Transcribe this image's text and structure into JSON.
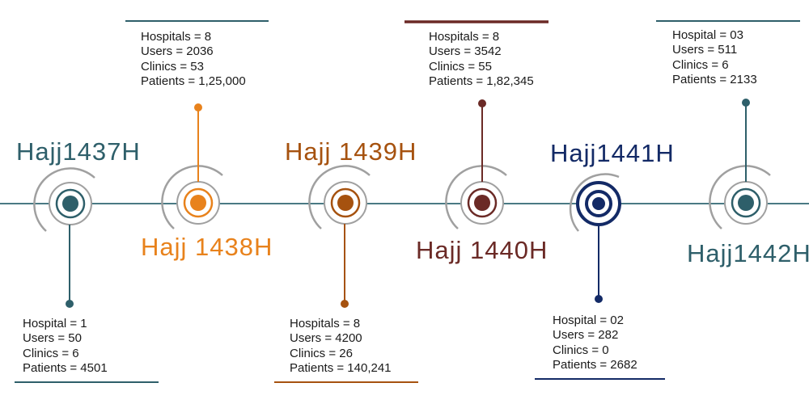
{
  "milestones": [
    {
      "year": "Hajj1437H",
      "color": "#2e5f6a",
      "stats": [
        "Hospital = 1",
        "Users  = 50",
        "Clinics = 6",
        "Patients = 4501"
      ]
    },
    {
      "year": "Hajj 1438H",
      "color": "#e8821c",
      "stats": [
        "Hospitals = 8",
        "Users  = 2036",
        "Clinics = 53",
        "Patients = 1,25,000"
      ]
    },
    {
      "year": "Hajj 1439H",
      "color": "#a6520f",
      "stats": [
        "Hospitals = 8",
        "Users = 4200",
        "Clinics = 26",
        "Patients = 140,241"
      ]
    },
    {
      "year": "Hajj 1440H",
      "color": "#6b2a26",
      "stats": [
        "Hospitals = 8",
        "Users  = 3542",
        "Clinics = 55",
        "Patients = 1,82,345"
      ]
    },
    {
      "year": "Hajj1441H",
      "color": "#132a66",
      "stats": [
        "Hospital = 02",
        "Users  = 282",
        "Clinics = 0",
        "Patients = 2682"
      ]
    },
    {
      "year": "Hajj1442H",
      "color": "#2e5f6a",
      "stats": [
        "Hospital = 03",
        "Users  = 511",
        "Clinics = 6",
        "Patients = 2133"
      ]
    }
  ],
  "colors": {
    "axis": "#4a7a84",
    "ring_gray": "#a0a0a0"
  }
}
